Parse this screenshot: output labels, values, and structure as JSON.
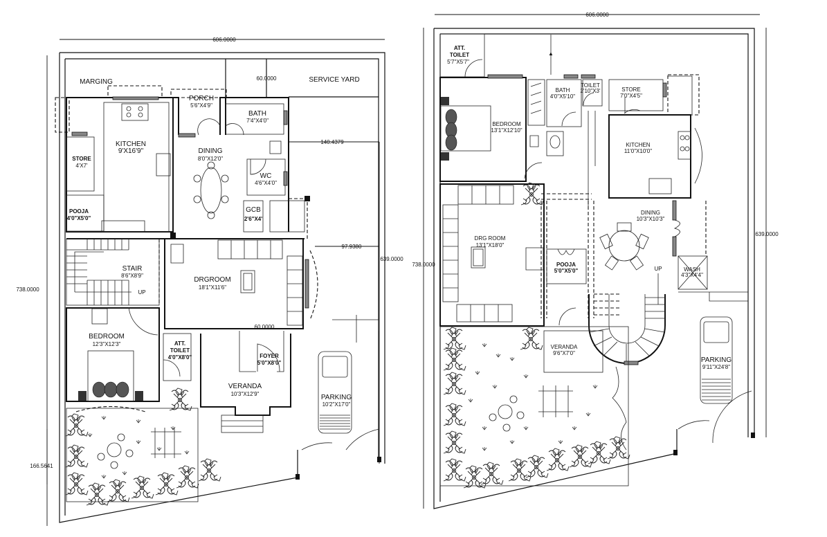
{
  "drawing": {
    "title": "Two-storey residence floor plans",
    "plans": [
      {
        "id": "ground-floor",
        "dimensions": {
          "top_width": "606.0000",
          "left_height": "738.0000",
          "right_height": "639.0000",
          "side_offset_upper": "140.4379",
          "side_offset_lower": "97.9380",
          "service_yard_width": "60.0000",
          "veranda_width": "60.0000",
          "bottom_left_offset": "166.5641"
        },
        "rooms": {
          "marging": {
            "name": "MARGING",
            "size": ""
          },
          "service_yard": {
            "name": "SERVICE YARD",
            "size": ""
          },
          "porch": {
            "name": "PORCH",
            "size": "5'6\"X4'9\""
          },
          "kitchen": {
            "name": "KITCHEN",
            "size": "9'X16'9\""
          },
          "bath": {
            "name": "BATH",
            "size": "7'4\"X4'0\""
          },
          "dining": {
            "name": "DINING",
            "size": "8'0\"X12'0\""
          },
          "store": {
            "name": "STORE",
            "size": "4'X7'"
          },
          "wc": {
            "name": "WC",
            "size": "4'6\"X4'0\""
          },
          "pooja": {
            "name": "POOJA",
            "size": "4'0\"X5'0\""
          },
          "gcb": {
            "name": "GCB",
            "size": "2'6\"X4'"
          },
          "stair": {
            "name": "STAIR",
            "size": "8'6\"X8'9\"",
            "direction": "UP"
          },
          "drgroom": {
            "name": "DRGROOM",
            "size": "18'1\"X11'6\""
          },
          "bedroom": {
            "name": "BEDROOM",
            "size": "12'3\"X12'3\""
          },
          "att_toilet": {
            "name": "ATT.",
            "name2": "TOILET",
            "size": "4'0\"X8'0\""
          },
          "foyer": {
            "name": "FOYER",
            "size": "5'0\"X8'0\""
          },
          "veranda": {
            "name": "VERANDA",
            "size": "10'3\"X12'9\""
          },
          "parking": {
            "name": "PARKING",
            "size": "10'2\"X17'0\""
          }
        }
      },
      {
        "id": "first-floor",
        "dimensions": {
          "top_width": "606.0000",
          "left_height": "738.0000",
          "right_height": "639.0000"
        },
        "rooms": {
          "att_toilet": {
            "name": "ATT.",
            "name2": "TOILET",
            "size": "5'7\"X5'7\""
          },
          "bedroom": {
            "name": "BEDROOM",
            "size": "13'1\"X12'10\""
          },
          "bath": {
            "name": "BATH",
            "size": "4'0\"X5'10\""
          },
          "toilet": {
            "name": "TOILET",
            "size": "2'10\"X3'"
          },
          "store": {
            "name": "STORE",
            "size": "7'0\"X4'5\""
          },
          "kitchen": {
            "name": "KITCHEN",
            "size": "11'0\"X10'0\""
          },
          "drg_room": {
            "name": "DRG ROOM",
            "size": "13'1\"X18'0\""
          },
          "pooja": {
            "name": "POOJA",
            "size": "5'0\"X5'0\""
          },
          "dining": {
            "name": "DINING",
            "size": "10'3\"X10'3\""
          },
          "wash": {
            "name": "WASH",
            "size": "4'3\"X4'4\""
          },
          "stair_up": {
            "name": "UP"
          },
          "veranda": {
            "name": "VERANDA",
            "size": "9'6\"X7'0\""
          },
          "parking": {
            "name": "PARKING",
            "size": "9'11\"X24'8\""
          }
        }
      }
    ]
  }
}
